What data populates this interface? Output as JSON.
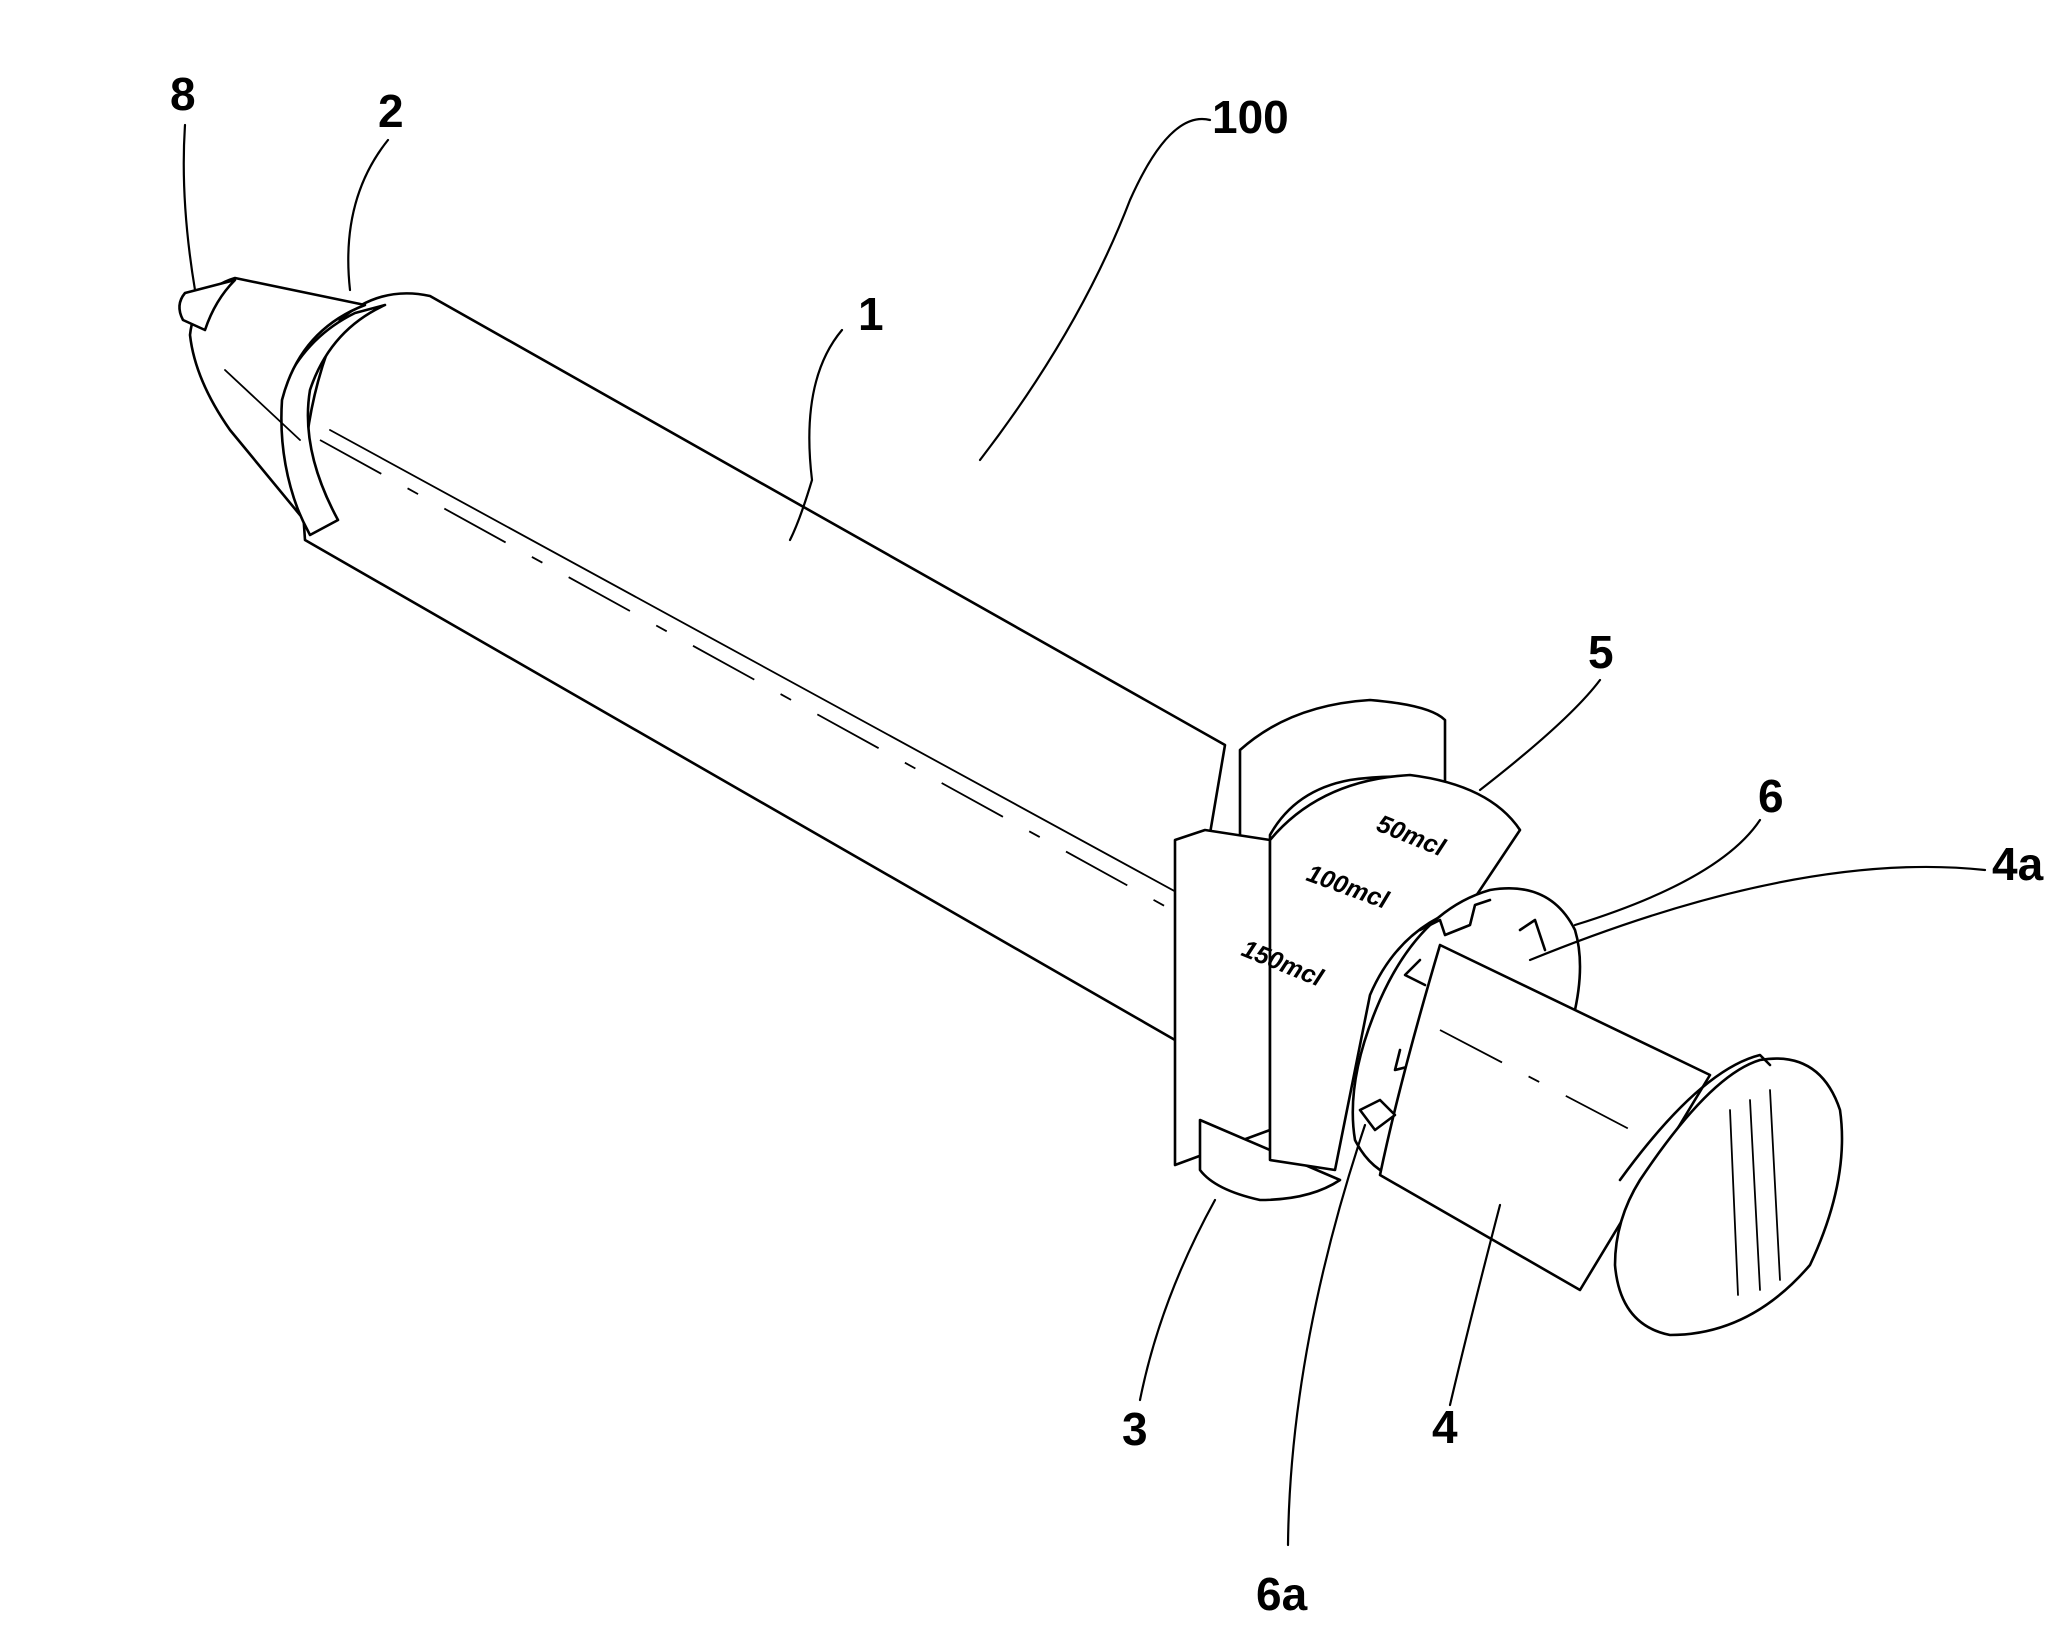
{
  "reference_labels": {
    "r100": "100",
    "r8": "8",
    "r2": "2",
    "r1": "1",
    "r5": "5",
    "r6": "6",
    "r4a": "4a",
    "r3": "3",
    "r4": "4",
    "r6a": "6a"
  },
  "dial_markings": {
    "m50": "50mcl",
    "m100": "100mcl",
    "m150": "150mcl"
  }
}
